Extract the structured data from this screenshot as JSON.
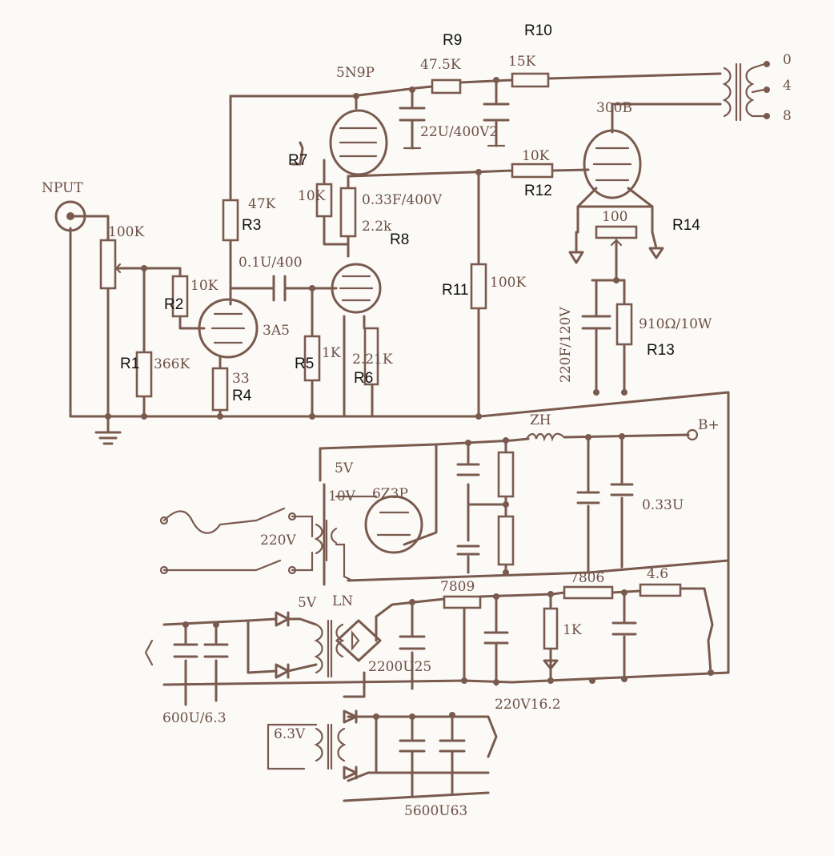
{
  "labels": {
    "input": "NPUT",
    "pot_100k": "100K",
    "r1_val": "366K",
    "r2_val": "10K",
    "r3_val": "47K",
    "r4_val": "33",
    "r5_val": "1K",
    "r6_val": "2.21K",
    "r7_val": "10K",
    "r8_val": "2.2k",
    "r9_val": "47.5K",
    "r10_val": "15K",
    "r11_val": "100K",
    "r12_val": "10K",
    "r13_val": "910Ω/10W",
    "r14_val": "100",
    "cap_coupling": "0.1U/400",
    "cap_033f": "0.33F/400V",
    "cap_22u": "22U/400V2",
    "cap_220f": "220F/120V",
    "cap_033u": "0.33U",
    "cap_2200": "2200U25",
    "cap_600": "600U/6.3",
    "cap_5600": "5600U63",
    "tube_5n9p": "5N9P",
    "tube_3a5": "3A5",
    "tube_300b": "300B",
    "tube_6z3p": "6Z3P",
    "out_0": "0",
    "out_4": "4",
    "out_8": "8",
    "zh": "ZH",
    "b_plus": "B+",
    "v220": "220V",
    "v5": "5V",
    "v10": "10V",
    "sv": "5V",
    "ln": "LN",
    "reg_7809": "7809",
    "reg_7806": "7806",
    "r_46": "4.6",
    "r_1k_psu": "1K",
    "v220_162": "220V16.2",
    "v63": "6.3V"
  },
  "designators": {
    "R1": "R1",
    "R2": "R2",
    "R3": "R3",
    "R4": "R4",
    "R5": "R5",
    "R6": "R6",
    "R7": "R7",
    "R8": "R8",
    "R9": "R9",
    "R10": "R10",
    "R11": "R11",
    "R12": "R12",
    "R13": "R13",
    "R14": "R14"
  },
  "colors": {
    "ink": "#7a5a4e",
    "paper": "#fbfaf7",
    "designator": "#111111"
  }
}
